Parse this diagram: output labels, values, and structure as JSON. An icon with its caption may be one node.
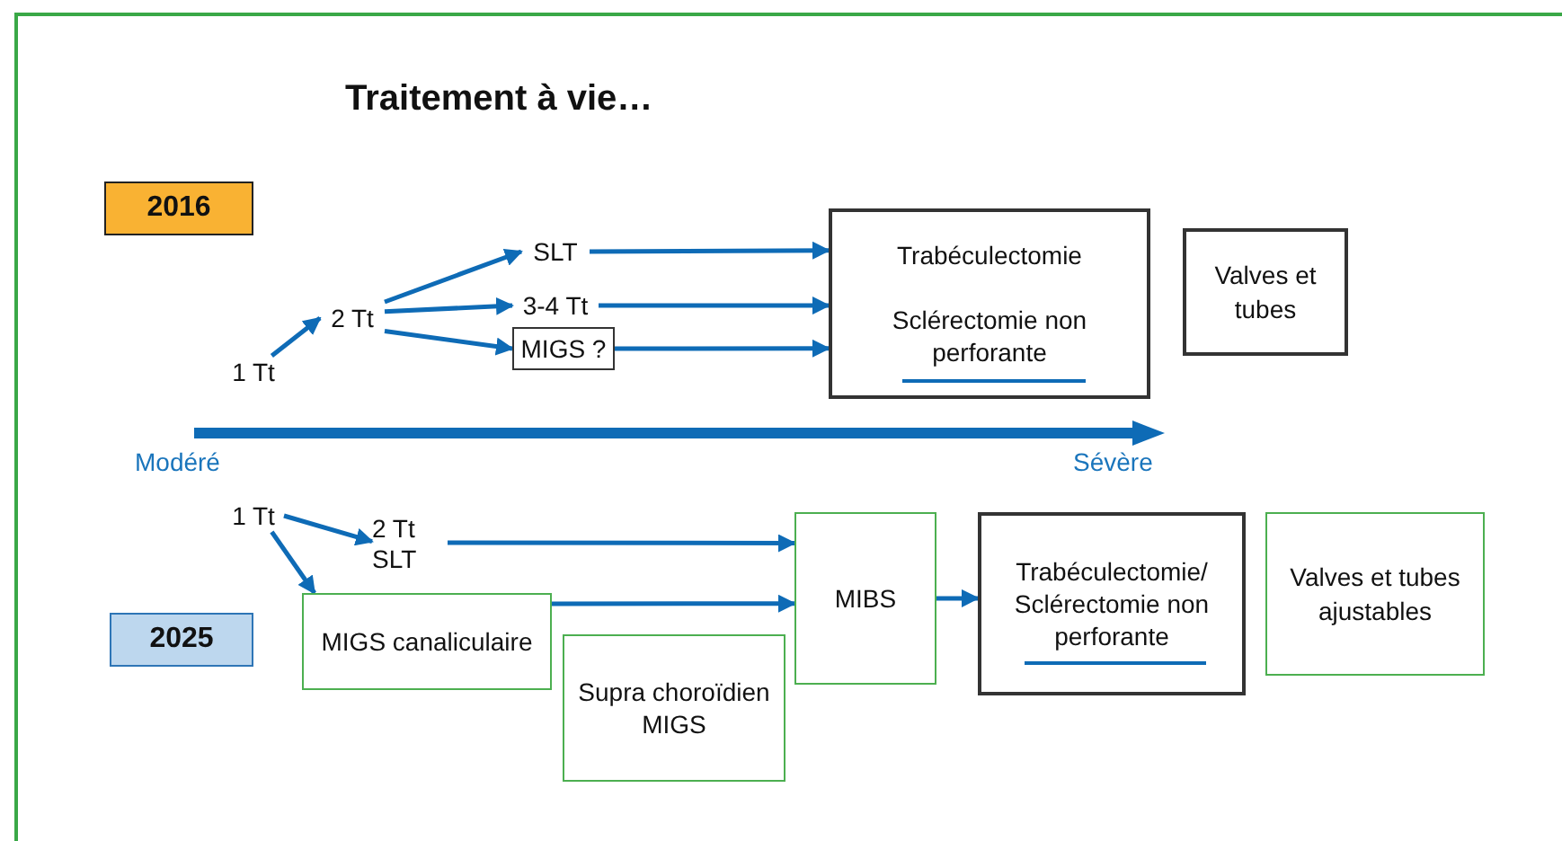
{
  "diagram": {
    "title": "Traitement à vie…",
    "nodes": [
      {
        "text": [
          "2016"
        ]
      },
      {
        "text": [
          "1 Tt"
        ]
      },
      {
        "text": [
          "2 Tt"
        ]
      },
      {
        "text": [
          "SLT"
        ]
      },
      {
        "text": [
          "3-4 Tt"
        ]
      },
      {
        "text": [
          "MIGS ?"
        ]
      },
      {
        "text": [
          "Trabéculectomie",
          "Sclérectomie non perforante"
        ]
      },
      {
        "text": [
          "Valves et tubes"
        ]
      },
      {
        "text": [
          "1 Tt"
        ]
      },
      {
        "text": [
          "2 Tt SLT"
        ]
      },
      {
        "text": [
          "MIGS canaliculaire"
        ]
      },
      {
        "text": [
          "2025"
        ]
      },
      {
        "text": [
          "Supra choroïdien MIGS"
        ]
      },
      {
        "text": [
          "MIBS"
        ]
      },
      {
        "text": [
          "Trabéculectomie/ Sclérectomie non perforante"
        ]
      },
      {
        "text": [
          "Valves et tubes ajustables"
        ]
      }
    ],
    "edges": [
      {
        "from": 1,
        "to": 2,
        "arrow": "to"
      },
      {
        "from": 2,
        "to": 3,
        "arrow": "to"
      },
      {
        "from": 2,
        "to": 4,
        "arrow": "to"
      },
      {
        "from": 2,
        "to": 5,
        "arrow": "to"
      },
      {
        "from": 3,
        "to": 6,
        "arrow": "to"
      },
      {
        "from": 4,
        "to": 6,
        "arrow": "to"
      },
      {
        "from": 5,
        "to": 6,
        "arrow": "to"
      },
      {
        "from": 8,
        "to": 9,
        "arrow": "to"
      },
      {
        "from": 8,
        "to": 10,
        "arrow": "to"
      },
      {
        "from": 9,
        "to": 13,
        "arrow": "to"
      },
      {
        "from": 10,
        "to": 13,
        "arrow": "to"
      },
      {
        "from": 13,
        "to": 14,
        "arrow": "to"
      }
    ],
    "labels": [
      "Modéré",
      "Sévère"
    ]
  }
}
